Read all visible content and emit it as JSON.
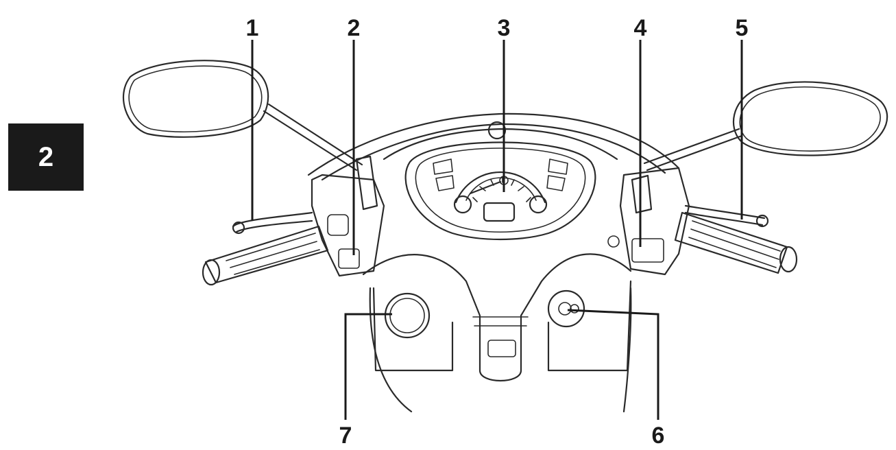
{
  "chapter_tab": {
    "label": "2"
  },
  "callouts": [
    {
      "id": "1",
      "label": "1"
    },
    {
      "id": "2",
      "label": "2"
    },
    {
      "id": "3",
      "label": "3"
    },
    {
      "id": "4",
      "label": "4"
    },
    {
      "id": "5",
      "label": "5"
    },
    {
      "id": "6",
      "label": "6"
    },
    {
      "id": "7",
      "label": "7"
    }
  ]
}
